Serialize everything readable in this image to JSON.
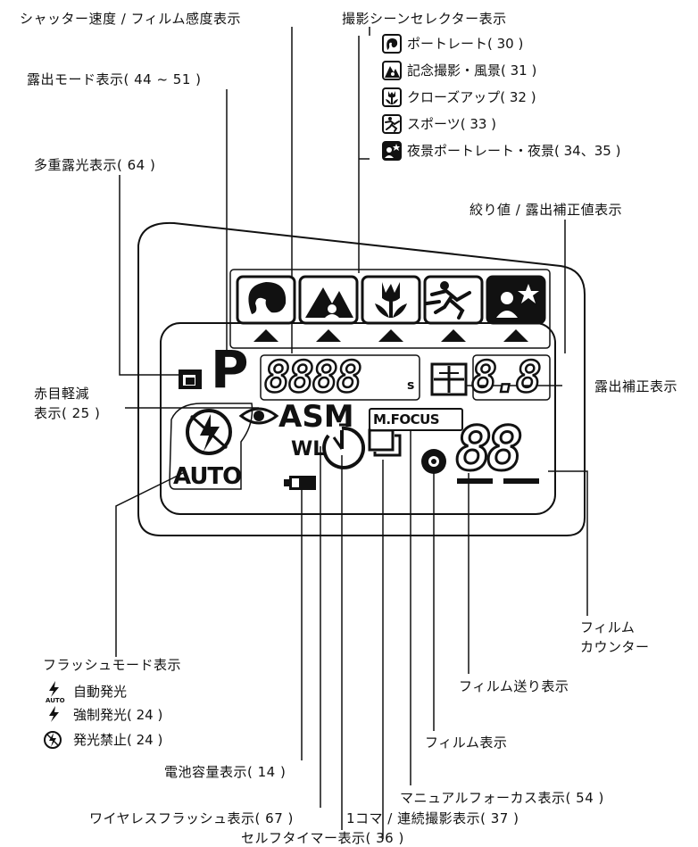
{
  "labels": {
    "shutter_film": "シャッター速度 / フィルム感度表示",
    "scene_selector": "撮影シーンセレクター表示",
    "exposure_mode": "露出モード表示( 44 ~ 51 )",
    "multi_exposure": "多重露光表示( 64 )",
    "aperture_comp": "絞り値 / 露出補正値表示",
    "red_eye_1": "赤目軽減",
    "red_eye_2": "表示( 25 )",
    "exp_comp": "露出補正表示",
    "flash_mode": "フラッシュモード表示",
    "film_counter_1": "フィルム",
    "film_counter_2": "カウンター",
    "film_advance": "フィルム送り表示",
    "film_indicator": "フィルム表示",
    "battery": "電池容量表示( 14 )",
    "manual_focus": "マニュアルフォーカス表示( 54 )",
    "wireless_flash": "ワイヤレスフラッシュ表示( 67 )",
    "drive": "1コマ / 連続撮影表示( 37 )",
    "self_timer": "セルフタイマー表示( 36 )"
  },
  "scene_legend": [
    {
      "icon": "portrait-icon",
      "label": "ポートレート( 30 )"
    },
    {
      "icon": "landscape-icon",
      "label": "記念撮影・風景( 31 )"
    },
    {
      "icon": "flower-icon",
      "label": "クローズアップ( 32 )"
    },
    {
      "icon": "runner-icon",
      "label": "スポーツ( 33 )"
    },
    {
      "icon": "night-portrait-icon",
      "label": "夜景ポートレート・夜景( 34、35 )"
    }
  ],
  "flash_legend": [
    {
      "icon": "flash-auto-icon",
      "symbol": "AUTO",
      "label": "自動発光"
    },
    {
      "icon": "flash-fill-icon",
      "symbol": "",
      "label": "強制発光( 24 )"
    },
    {
      "icon": "flash-off-icon",
      "symbol": "",
      "label": "発光禁止( 24 )"
    }
  ],
  "lcd": {
    "mode_letter": "P",
    "shutter_segments": "8888",
    "shutter_suffix": "s",
    "aperture_segments": "8.8",
    "asm": "ASM",
    "mfocus": "M.FOCUS",
    "wl": "WL",
    "auto": "AUTO",
    "counter": "88"
  }
}
